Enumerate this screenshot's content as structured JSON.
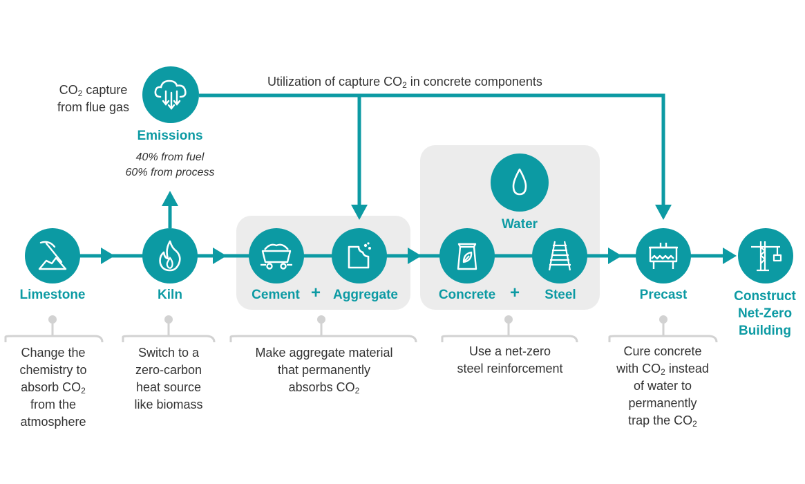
{
  "colors": {
    "teal": "#0c9aa3",
    "box_grey": "#ececec",
    "connector_grey": "#d2d2d2",
    "text": "#333333"
  },
  "top": {
    "capture_line1_pre": "CO",
    "capture_line1_sub": "2",
    "capture_line1_post": " capture",
    "capture_line2": "from flue gas",
    "emissions_label": "Emissions",
    "emissions_fuel": "40% from fuel",
    "emissions_process": "60% from process",
    "utilization_pre": "Utilization of capture CO",
    "utilization_sub": "2",
    "utilization_post": " in concrete components"
  },
  "nodes": {
    "limestone": {
      "label": "Limestone",
      "icon": "pickaxe-rock-icon"
    },
    "kiln": {
      "label": "Kiln",
      "icon": "flame-icon"
    },
    "cement": {
      "label": "Cement",
      "icon": "mine-cart-icon"
    },
    "aggregate": {
      "label": "Aggregate",
      "icon": "bitten-block-icon"
    },
    "water": {
      "label": "Water",
      "icon": "water-drop-icon"
    },
    "concrete": {
      "label": "Concrete",
      "icon": "cement-bag-icon"
    },
    "steel": {
      "label": "Steel",
      "icon": "rail-track-icon"
    },
    "precast": {
      "label": "Precast",
      "icon": "precast-panel-icon"
    },
    "construct": {
      "label_l1": "Construct",
      "label_l2": "Net-Zero",
      "label_l3": "Building",
      "icon": "crane-icon"
    }
  },
  "plus_signs": [
    "+",
    "+"
  ],
  "descriptions": {
    "limestone": {
      "l1": "Change the",
      "l2": "chemistry to",
      "l3_pre": "absorb CO",
      "l3_sub": "2",
      "l4": "from the",
      "l5": "atmosphere"
    },
    "kiln": {
      "l1": "Switch to a",
      "l2": "zero-carbon",
      "l3": "heat source",
      "l4": "like biomass"
    },
    "aggregate": {
      "l1": "Make aggregate material",
      "l2": "that permanently",
      "l3_pre": "absorbs CO",
      "l3_sub": "2"
    },
    "steel": {
      "l1": "Use a net-zero",
      "l2": "steel reinforcement"
    },
    "precast": {
      "l1": "Cure concrete",
      "l2_pre": "with CO",
      "l2_sub": "2",
      "l2_post": " instead",
      "l3": "of water to",
      "l4": "permanently",
      "l5_pre": "trap the CO",
      "l5_sub": "2"
    }
  }
}
